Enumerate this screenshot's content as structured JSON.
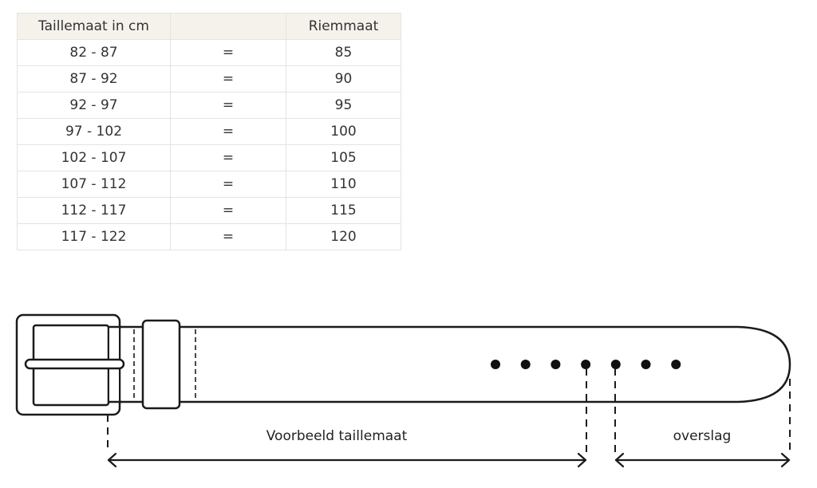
{
  "table": {
    "headers": [
      "Taillemaat in cm",
      "",
      "Riemmaat"
    ],
    "rows": [
      {
        "waist": "82 - 87",
        "sep": "=",
        "belt": "85"
      },
      {
        "waist": "87 - 92",
        "sep": "=",
        "belt": "90"
      },
      {
        "waist": "92 - 97",
        "sep": "=",
        "belt": "95"
      },
      {
        "waist": "97 - 102",
        "sep": "=",
        "belt": "100"
      },
      {
        "waist": "102 - 107",
        "sep": "=",
        "belt": "105"
      },
      {
        "waist": "107 - 112",
        "sep": "=",
        "belt": "110"
      },
      {
        "waist": "112 - 117",
        "sep": "=",
        "belt": "115"
      },
      {
        "waist": "117 - 122",
        "sep": "=",
        "belt": "120"
      }
    ]
  },
  "diagram": {
    "waist_label": "Voorbeeld taillemaat",
    "overlap_label": "overslag",
    "hole_count": 7
  }
}
